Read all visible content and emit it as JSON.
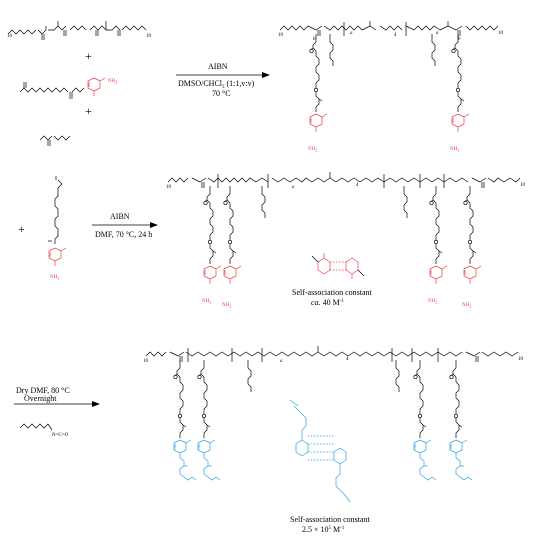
{
  "scheme": {
    "step1": {
      "reagent": "AIBN",
      "conditions_line1": "DMSO/CHCl",
      "conditions_sub": "3",
      "conditions_line1b": " (1:1,v:v)",
      "conditions_line2": "70 °C",
      "plus": "+",
      "nh2": "NH",
      "nh2_sub": "2",
      "sub10": "10",
      "sub_a": "a",
      "sub_b": "b",
      "sub_4": "4"
    },
    "step2": {
      "reagent": "AIBN",
      "conditions": "DMF, 70 °C, 24 h",
      "plus": "+",
      "nh2": "NH",
      "nh2_sub": "2",
      "association_label": "Self-association constant",
      "association_value_prefix": "ca.",
      "association_value": " 40 M",
      "association_exp": "-1"
    },
    "step3": {
      "conditions_line1": "Dry DMF, 80 °C",
      "conditions_line2": "Overnight",
      "isocyanate": "N=C=O",
      "association_label": "Self-association constant",
      "association_value": "2.5 × 10",
      "association_exp5": "5",
      "association_unit": " M",
      "association_exp": "-1"
    },
    "colors": {
      "cytosine": "#e8414a",
      "ureido": "#2aa3dc",
      "bonds": "#000000"
    }
  }
}
